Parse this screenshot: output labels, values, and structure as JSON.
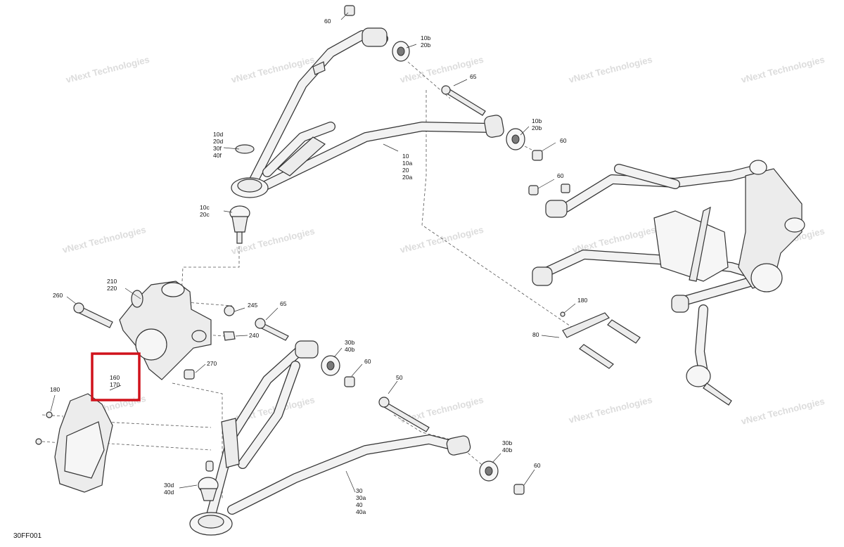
{
  "diagram": {
    "reference_code": "30FF001",
    "watermark_line1": "vNext Technologies",
    "watermark_line2": "Technologies",
    "callouts": {
      "c60_top": "60",
      "c10b_top": [
        "10b",
        "20b"
      ],
      "c65_top": "65",
      "c10b_mid": [
        "10b",
        "20b"
      ],
      "c60_mid": "60",
      "c10d": [
        "10d",
        "20d",
        "30f",
        "40f"
      ],
      "c10": [
        "10",
        "10a",
        "20",
        "20a"
      ],
      "c10c": [
        "10c",
        "20c"
      ],
      "c60_right": "60",
      "c210": [
        "210",
        "220"
      ],
      "c260": "260",
      "c245": "245",
      "c65_mid": "65",
      "c240": "240",
      "c30b_mid": [
        "30b",
        "40b"
      ],
      "c60_lower": "60",
      "c270": "270",
      "c160": [
        "160",
        "170"
      ],
      "c180_left": "180",
      "c50": "50",
      "c180_right": "180",
      "c80": "80",
      "c30b_low": [
        "30b",
        "40b"
      ],
      "c60_bottom": "60",
      "c30d": [
        "30d",
        "40d"
      ],
      "c30": [
        "30",
        "30a",
        "40",
        "40a"
      ]
    },
    "highlight_color": "#d0121b"
  }
}
